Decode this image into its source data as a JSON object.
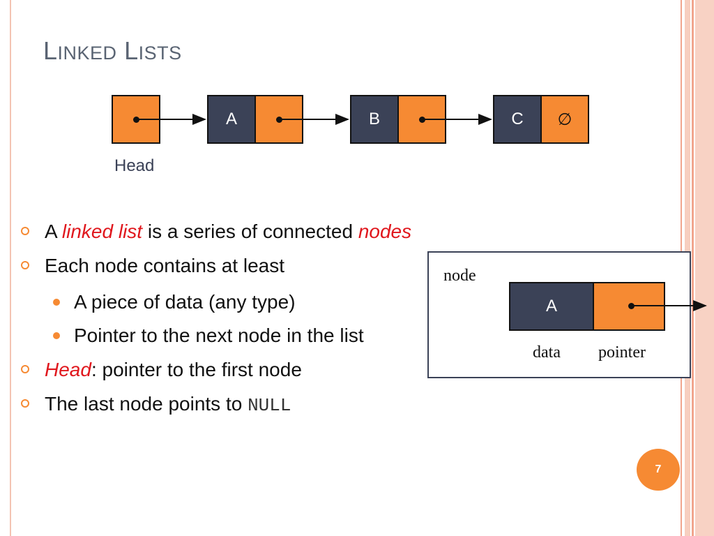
{
  "slide": {
    "title_initial_1": "L",
    "title_rest_1": "INKED",
    "title_initial_2": "L",
    "title_rest_2": "ISTS",
    "page_number": "7"
  },
  "diagram": {
    "head_label": "Head",
    "nodes": [
      {
        "data": "A"
      },
      {
        "data": "B"
      },
      {
        "data": "C"
      }
    ],
    "null_symbol": "∅"
  },
  "bullets": [
    {
      "level": 1,
      "parts": [
        "A ",
        "linked list",
        " is a series of connected ",
        "nodes"
      ]
    },
    {
      "level": 1,
      "text": "Each node contains at least"
    },
    {
      "level": 2,
      "text": "A piece of data (any type)"
    },
    {
      "level": 2,
      "text": "Pointer to the next node in the list"
    },
    {
      "level": 1,
      "parts": [
        "Head",
        ": pointer to the first node"
      ]
    },
    {
      "level": 1,
      "parts": [
        "The last node points to ",
        "NULL"
      ]
    }
  ],
  "node_box": {
    "caption": "node",
    "data_value": "A",
    "data_label": "data",
    "pointer_label": "pointer"
  },
  "colors": {
    "orange": "#f68a33",
    "dark_slate": "#3b4257",
    "emphasis_red": "#e0171d",
    "title_gray": "#5a6473"
  }
}
